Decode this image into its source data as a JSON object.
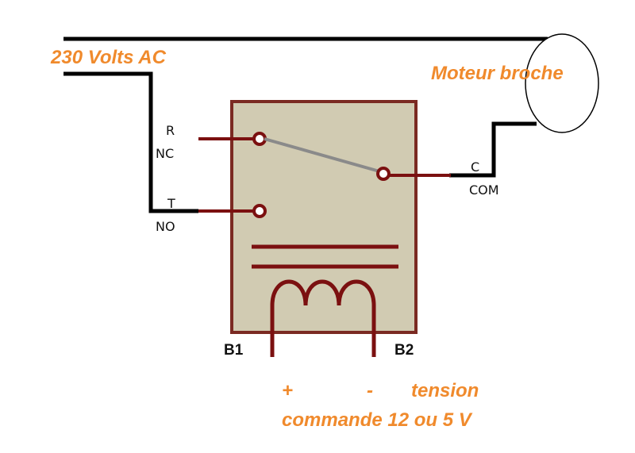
{
  "labels": {
    "mains": "230 Volts AC",
    "motor": "Moteur broche",
    "nc_letter": "R",
    "nc": "NC",
    "no_letter": "T",
    "no": "NO",
    "com_letter": "C",
    "com": "COM",
    "b1": "B1",
    "b2": "B2",
    "plus": "+",
    "minus": "-",
    "tension": "tension",
    "commande": "commande 12 ou 5 V"
  },
  "colors": {
    "wire": "#000000",
    "relay_body": "#d1cbb2",
    "relay_border": "#7b2a22",
    "terminal": "#7b1010",
    "switch_arm": "#8a8a8a",
    "annotation": "#f08a2c"
  }
}
